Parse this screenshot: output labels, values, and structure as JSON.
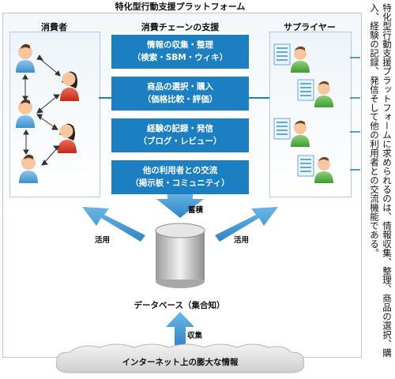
{
  "title": "特化型行動支援プラットフォーム",
  "panels": {
    "consumers": "消費者",
    "chain": "消費チェーンの支援",
    "suppliers": "サプライヤー"
  },
  "chain_steps": [
    {
      "line1": "情報の収集・整理",
      "line2": "（検索・SBM・ウィキ）"
    },
    {
      "line1": "商品の選択・購入",
      "line2": "（価格比較・評価）"
    },
    {
      "line1": "経験の記録・発信",
      "line2": "（ブログ・レビュー）"
    },
    {
      "line1": "他の利用者との交流",
      "line2": "（掲示板・コミュニティ）"
    }
  ],
  "arrows": {
    "accumulate": "蓄積",
    "use_left": "活用",
    "use_right": "活用",
    "collect": "収集"
  },
  "database": "データベース（集合知）",
  "internet": "インターネット上の膨大な情報",
  "side_text": "特化型行動支援プラットフォームに求められるのは、情報収集、整理、商品の選択、購入、経験の記録、発信そして他の利用者との交流機能である。",
  "colors": {
    "chain_blue": "#1b7fc1",
    "arrow_blue": "#4a9fd8",
    "panel_border": "#b7c9dc"
  }
}
